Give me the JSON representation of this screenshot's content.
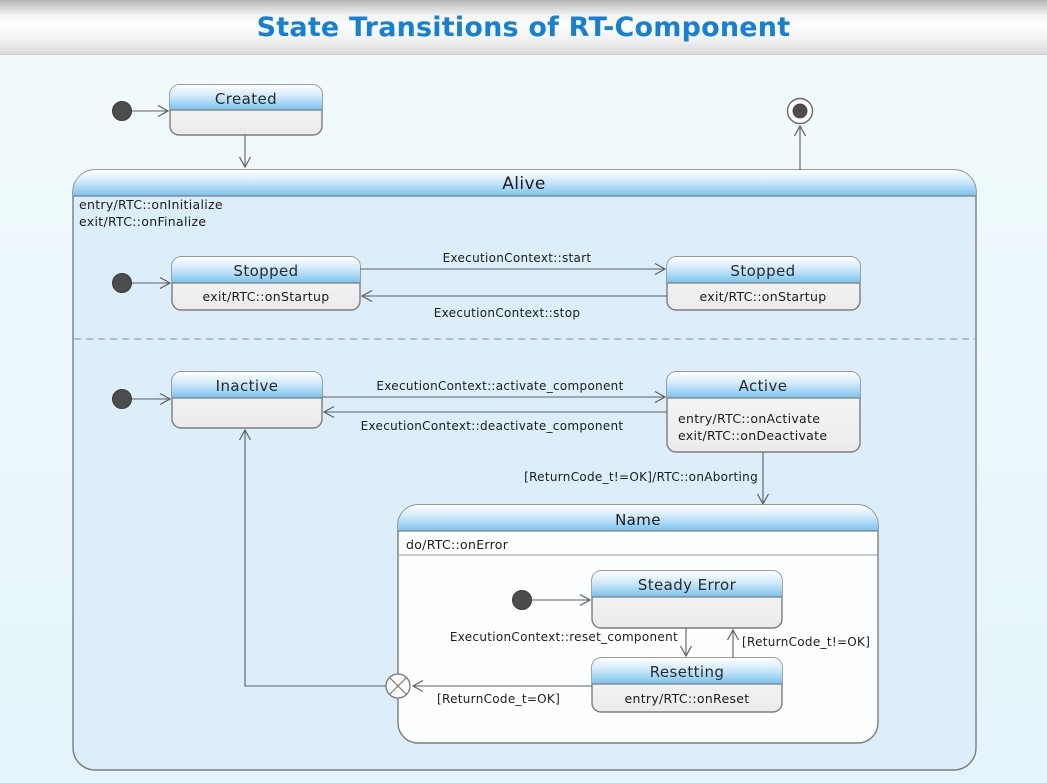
{
  "page": {
    "title": "State Transitions of RT-Component"
  },
  "diagram": {
    "created": {
      "title": "Created"
    },
    "alive": {
      "title": "Alive",
      "entry_action": "entry/RTC::onInitialize",
      "exit_action": "exit/RTC::onFinalize"
    },
    "stopped_left": {
      "title": "Stopped",
      "action": "exit/RTC::onStartup"
    },
    "stopped_right": {
      "title": "Stopped",
      "action": "exit/RTC::onStartup"
    },
    "inactive": {
      "title": "Inactive"
    },
    "active": {
      "title": "Active",
      "entry_action": "entry/RTC::onActivate",
      "exit_action": "exit/RTC::onDeactivate"
    },
    "error_state": {
      "title": "Name",
      "do_action": "do/RTC::onError"
    },
    "steady_error": {
      "title": "Steady Error"
    },
    "resetting": {
      "title": "Resetting",
      "entry_action": "entry/RTC::onReset"
    },
    "transitions": {
      "start": "ExecutionContext::start",
      "stop": "ExecutionContext::stop",
      "activate": "ExecutionContext::activate_component",
      "deactivate": "ExecutionContext::deactivate_component",
      "abort": "[ReturnCode_t!=OK]/RTC::onAborting",
      "reset": "ExecutionContext::reset_component",
      "reset_fail": "[ReturnCode_t!=OK]",
      "reset_ok": "[ReturnCode_t=OK]"
    },
    "icons": {
      "initial_state": "initial-state-icon",
      "final_state": "final-state-icon",
      "exit_point": "exit-point-icon"
    },
    "colors": {
      "title_text": "#1581d6",
      "state_header_bottom": "#7cc3ee",
      "state_body": "#f2f2f2",
      "alive_fill": "#dbeefa",
      "error_fill": "#fdfeff",
      "border": "#7d7d7d",
      "connector": "#5f5f5f"
    }
  }
}
